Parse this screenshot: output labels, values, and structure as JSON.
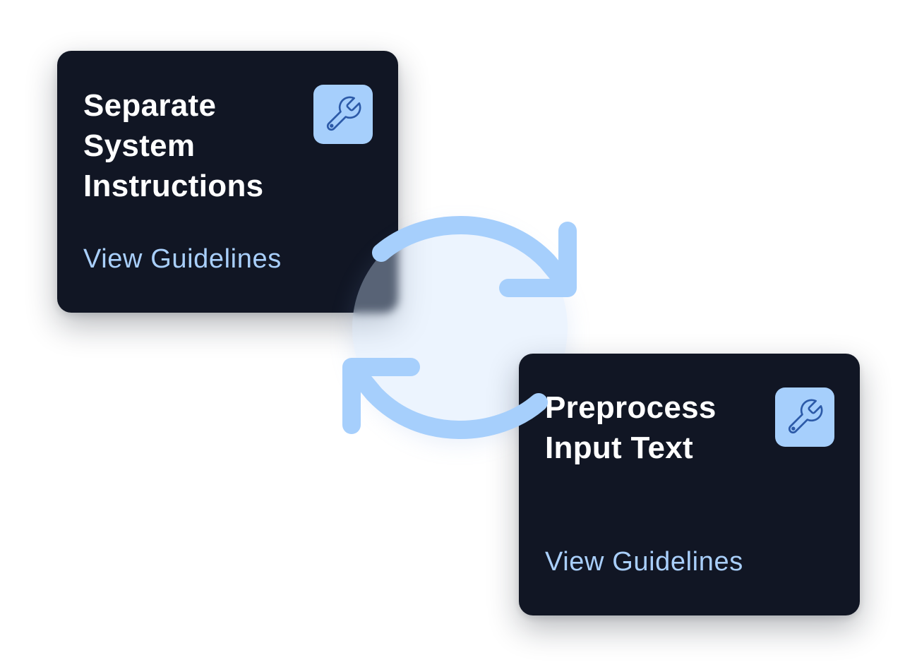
{
  "cards": [
    {
      "title": "Separate\nSystem\nInstructions",
      "link_label": "View Guidelines",
      "icon": "wrench-icon"
    },
    {
      "title": "Preprocess\nInput Text",
      "link_label": "View Guidelines",
      "icon": "wrench-icon"
    }
  ],
  "connector": {
    "icon": "refresh-cycle-icon"
  },
  "colors": {
    "card_background": "#111624",
    "accent": "#a9cffb",
    "badge": "#a6cffc",
    "icon_stroke": "#2c5aa8",
    "title_text": "#ffffff"
  }
}
